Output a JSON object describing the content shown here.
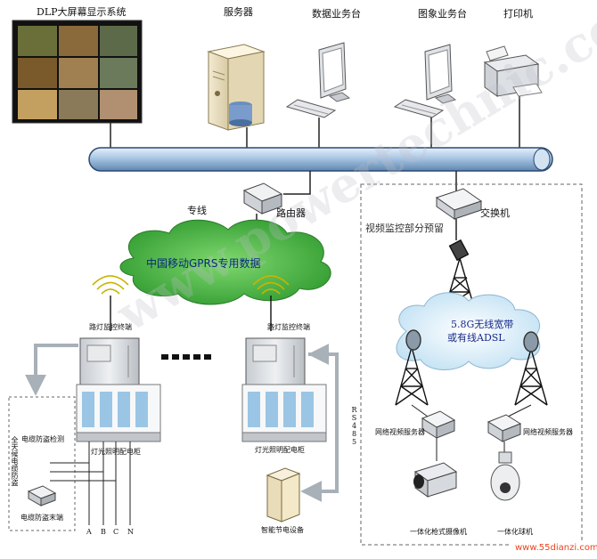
{
  "header": {
    "dlp_wall": "DLP大屏幕显示系统",
    "server": "服务器",
    "data_console": "数据业务台",
    "image_console": "图象业务台",
    "printer": "打印机"
  },
  "network": {
    "leased_line": "专线",
    "router": "路由器",
    "switch": "交换机",
    "gprs_cloud": "中国移动GPRS专用数据",
    "video_section": "视频监控部分预留",
    "wireless_cloud_line1": "5.8G无线宽带",
    "wireless_cloud_line2": "或有线ADSL"
  },
  "field": {
    "terminal_left": "路灯监控终端",
    "terminal_right": "路灯监控终端",
    "anti_theft_label": "全天候电缆防盗",
    "anti_theft_detector": "电缆防盗检测",
    "cable_terminal": "电缆防盗末端",
    "lighting_cabinet_left": "灯光照明配电柜",
    "lighting_cabinet_right": "灯光照明配电柜",
    "rs485": "RS485",
    "energy_device": "智能节电设备",
    "phases": [
      "A",
      "B",
      "C",
      "N"
    ]
  },
  "video": {
    "video_server_left": "网络视频服务器",
    "video_server_right": "网络视频服务器",
    "box_camera": "一体化枪式摄像机",
    "dome_camera": "一体化球机"
  },
  "watermarks": {
    "diagonal": "www.powertechnic.com",
    "corner": "www.55dianzi.com"
  },
  "colors": {
    "bus": "#a9c6e4",
    "gprs_cloud": "#3cb23c",
    "wireless_cloud": "#cfe7f6",
    "device_gray": "#d9dcdf",
    "corner_watermark": "#e8451e"
  }
}
